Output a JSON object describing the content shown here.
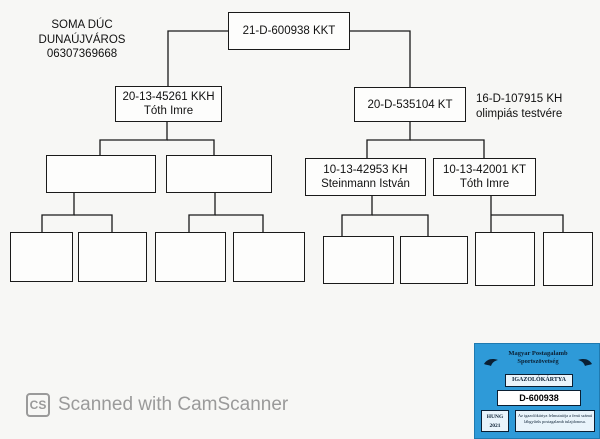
{
  "owner": {
    "name": "SOMA DÚC",
    "city": "DUNAÚJVÁROS",
    "phone": "06307369668"
  },
  "pedigree": {
    "root": {
      "id": "21-D-600938 KKT"
    },
    "sire": {
      "id": "20-13-45261 KKH",
      "breeder": "Tóth Imre"
    },
    "dam": {
      "id": "20-D-535104 KT"
    },
    "dam_note": {
      "id": "16-D-107915 KH",
      "desc": "olimpiás testvére"
    },
    "dam_sire": {
      "id": "10-13-42953 KH",
      "breeder": "Steinmann István"
    },
    "dam_dam": {
      "id": "10-13-42001 KT",
      "breeder": "Tóth Imre"
    },
    "empty_boxes": 10
  },
  "card": {
    "org_line1": "Magyar Postagalamb",
    "org_line2": "Sportszövetség",
    "title": "IGAZOLÓKÁRTYA",
    "number": "D-600938",
    "country": "HUNG",
    "year": "2021",
    "note": "Az igazolókártya felmutatója a fenti számú lábgyűrűs postagalamb tulajdonosa."
  },
  "watermark": {
    "logo": "CS",
    "text": "Scanned with CamScanner"
  },
  "colors": {
    "card_blue": "#2e9ad8",
    "ink": "#1a1a1a",
    "paper": "#f7f7f5",
    "watermark": "#9a9a9a"
  }
}
